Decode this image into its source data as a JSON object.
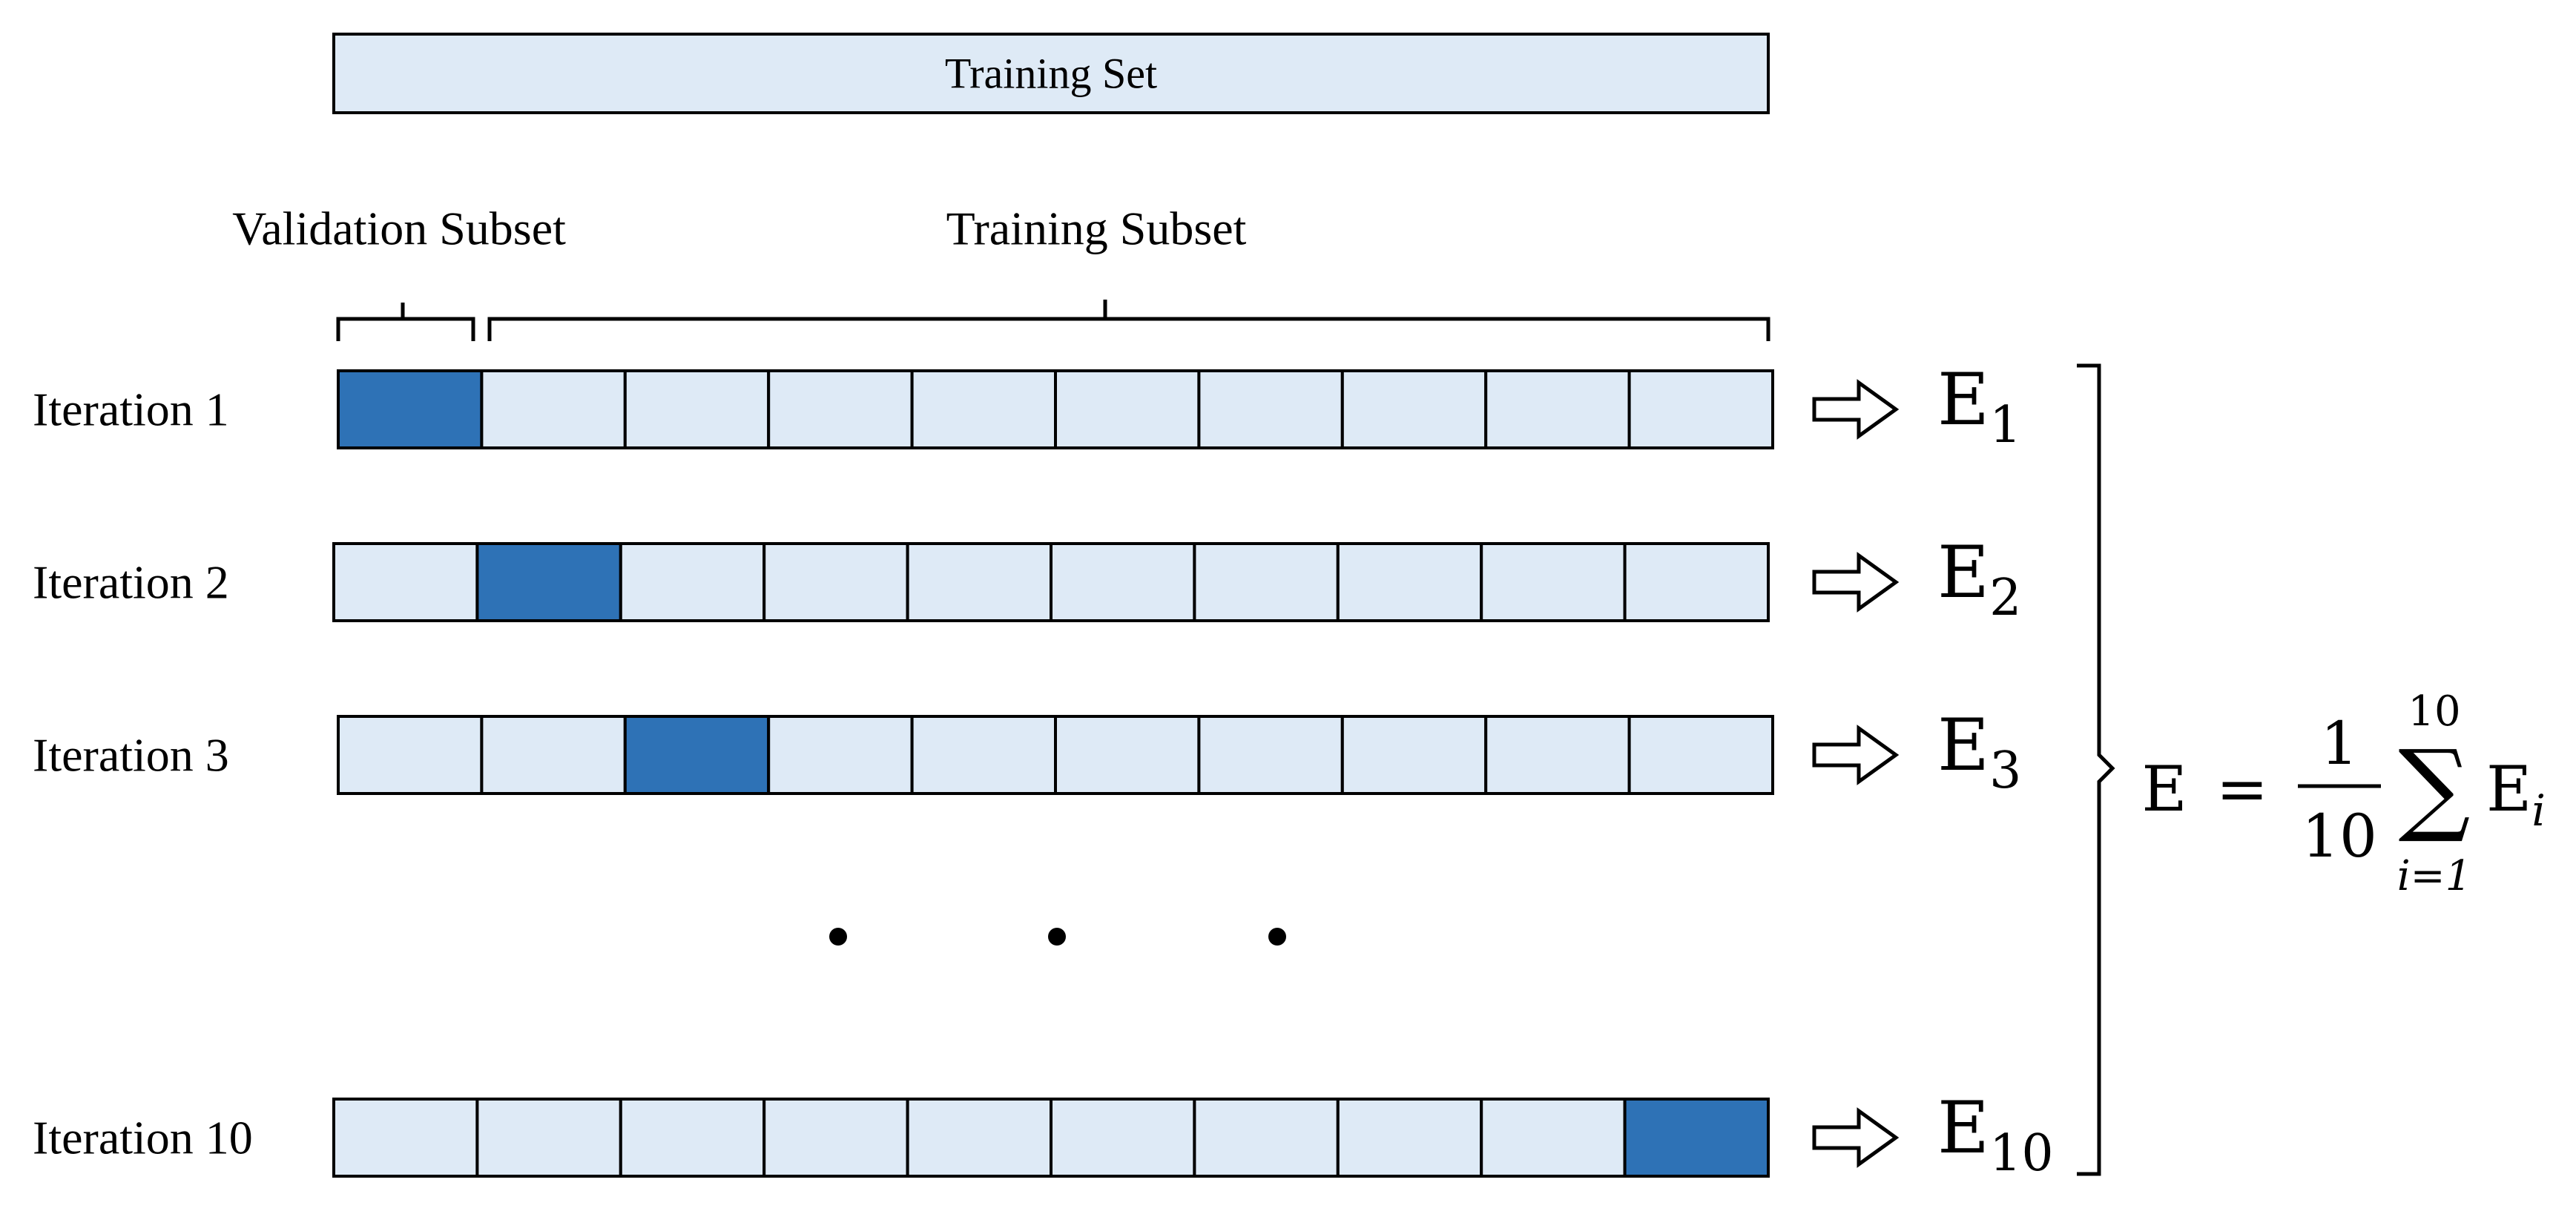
{
  "training_set": {
    "label": "Training Set"
  },
  "brackets": {
    "validation_label": "Validation Subset",
    "training_label": "Training Subset"
  },
  "fold_count": 10,
  "iterations": [
    {
      "label": "Iteration 1",
      "validation_fold": 1,
      "error_base": "E",
      "error_sub": "1"
    },
    {
      "label": "Iteration 2",
      "validation_fold": 2,
      "error_base": "E",
      "error_sub": "2"
    },
    {
      "label": "Iteration 3",
      "validation_fold": 3,
      "error_base": "E",
      "error_sub": "3"
    },
    {
      "label": "Iteration 10",
      "validation_fold": 10,
      "error_base": "E",
      "error_sub": "10"
    }
  ],
  "formula": {
    "lhs": "E",
    "equals": "=",
    "numerator": "1",
    "denominator": "10",
    "sum_symbol": "∑",
    "sum_upper": "10",
    "sum_lower": "i=1",
    "term_base": "E",
    "term_sub": "i"
  },
  "colors": {
    "fold_fill": "#deeaf6",
    "validation_fill": "#2e72b6",
    "stroke": "#000000",
    "background": "#ffffff"
  }
}
